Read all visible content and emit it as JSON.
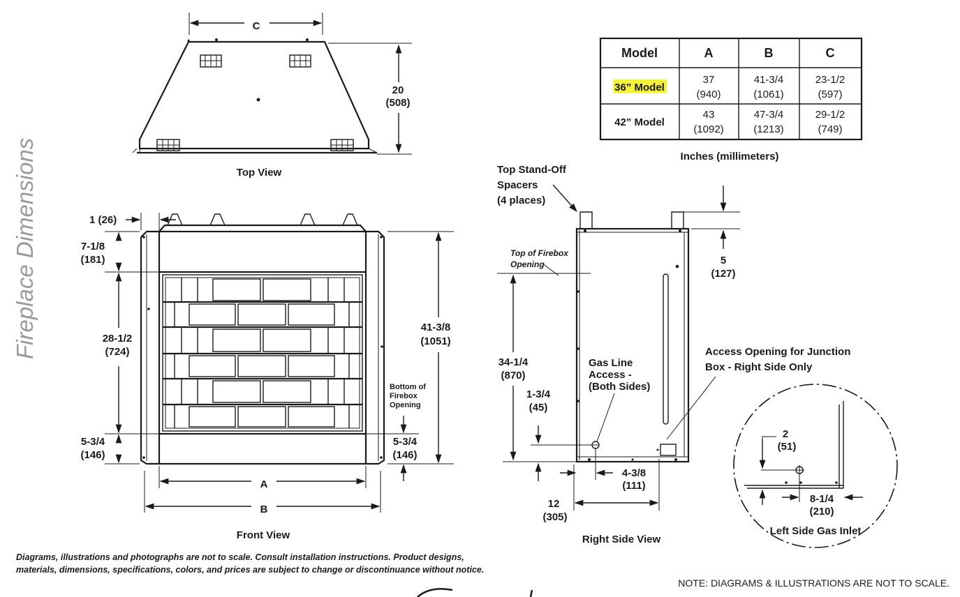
{
  "side_title": "Fireplace Dimensions",
  "top_view": {
    "caption": "Top View",
    "dim_c": "C",
    "dim_depth": "20",
    "dim_depth_mm": "(508)"
  },
  "front_view": {
    "caption": "Front View",
    "dim_1": "1 (26)",
    "dim_top": "7-1/8",
    "dim_top_mm": "(181)",
    "dim_opening": "28-1/2",
    "dim_opening_mm": "(724)",
    "dim_bottom_left": "5-3/4",
    "dim_bottom_left_mm": "(146)",
    "dim_height": "41-3/8",
    "dim_height_mm": "(1051)",
    "bottom_note_1": "Bottom of",
    "bottom_note_2": "Firebox",
    "bottom_note_3": "Opening",
    "dim_bottom_right": "5-3/4",
    "dim_bottom_right_mm": "(146)",
    "dim_a": "A",
    "dim_b": "B"
  },
  "table": {
    "headers": [
      "Model",
      "A",
      "B",
      "C"
    ],
    "rows": [
      {
        "model": "36” Model",
        "highlight": true,
        "cells": [
          [
            "37",
            "(940)"
          ],
          [
            "41-3/4",
            "(1061)"
          ],
          [
            "23-1/2",
            "(597)"
          ]
        ]
      },
      {
        "model": "42” Model",
        "highlight": false,
        "cells": [
          [
            "43",
            "(1092)"
          ],
          [
            "47-3/4",
            "(1213)"
          ],
          [
            "29-1/2",
            "(749)"
          ]
        ]
      }
    ],
    "caption": "Inches (millimeters)",
    "highlight_color": "#f5f03a"
  },
  "side_view": {
    "caption": "Right Side View",
    "standoff_1": "Top Stand-Off",
    "standoff_2": "Spacers",
    "standoff_3": "(4 places)",
    "firebox_1": "Top of Firebox",
    "firebox_2": "Opening",
    "dim_5": "5",
    "dim_5_mm": "(127)",
    "dim_34": "34-1/4",
    "dim_34_mm": "(870)",
    "dim_134": "1-3/4",
    "dim_134_mm": "(45)",
    "gas_1": "Gas Line",
    "gas_2": "Access -",
    "gas_3": "(Both Sides)",
    "access_1": "Access Opening for Junction",
    "access_2": "Box - Right Side Only",
    "dim_438": "4-3/8",
    "dim_438_mm": "(111)",
    "dim_12": "12",
    "dim_12_mm": "(305)"
  },
  "detail": {
    "caption": "Left Side Gas Inlet",
    "dim_2": "2",
    "dim_2_mm": "(51)",
    "dim_814": "8-1/4",
    "dim_814_mm": "(210)"
  },
  "disclaimer_1": "Diagrams, illustrations and photographs are not to scale. Consult installation instructions. Product designs,",
  "disclaimer_2": "materials, dimensions, specifications, colors, and prices are subject to change or discontinuance without notice.",
  "note": "NOTE: DIAGRAMS & ILLUSTRATIONS ARE NOT TO SCALE."
}
